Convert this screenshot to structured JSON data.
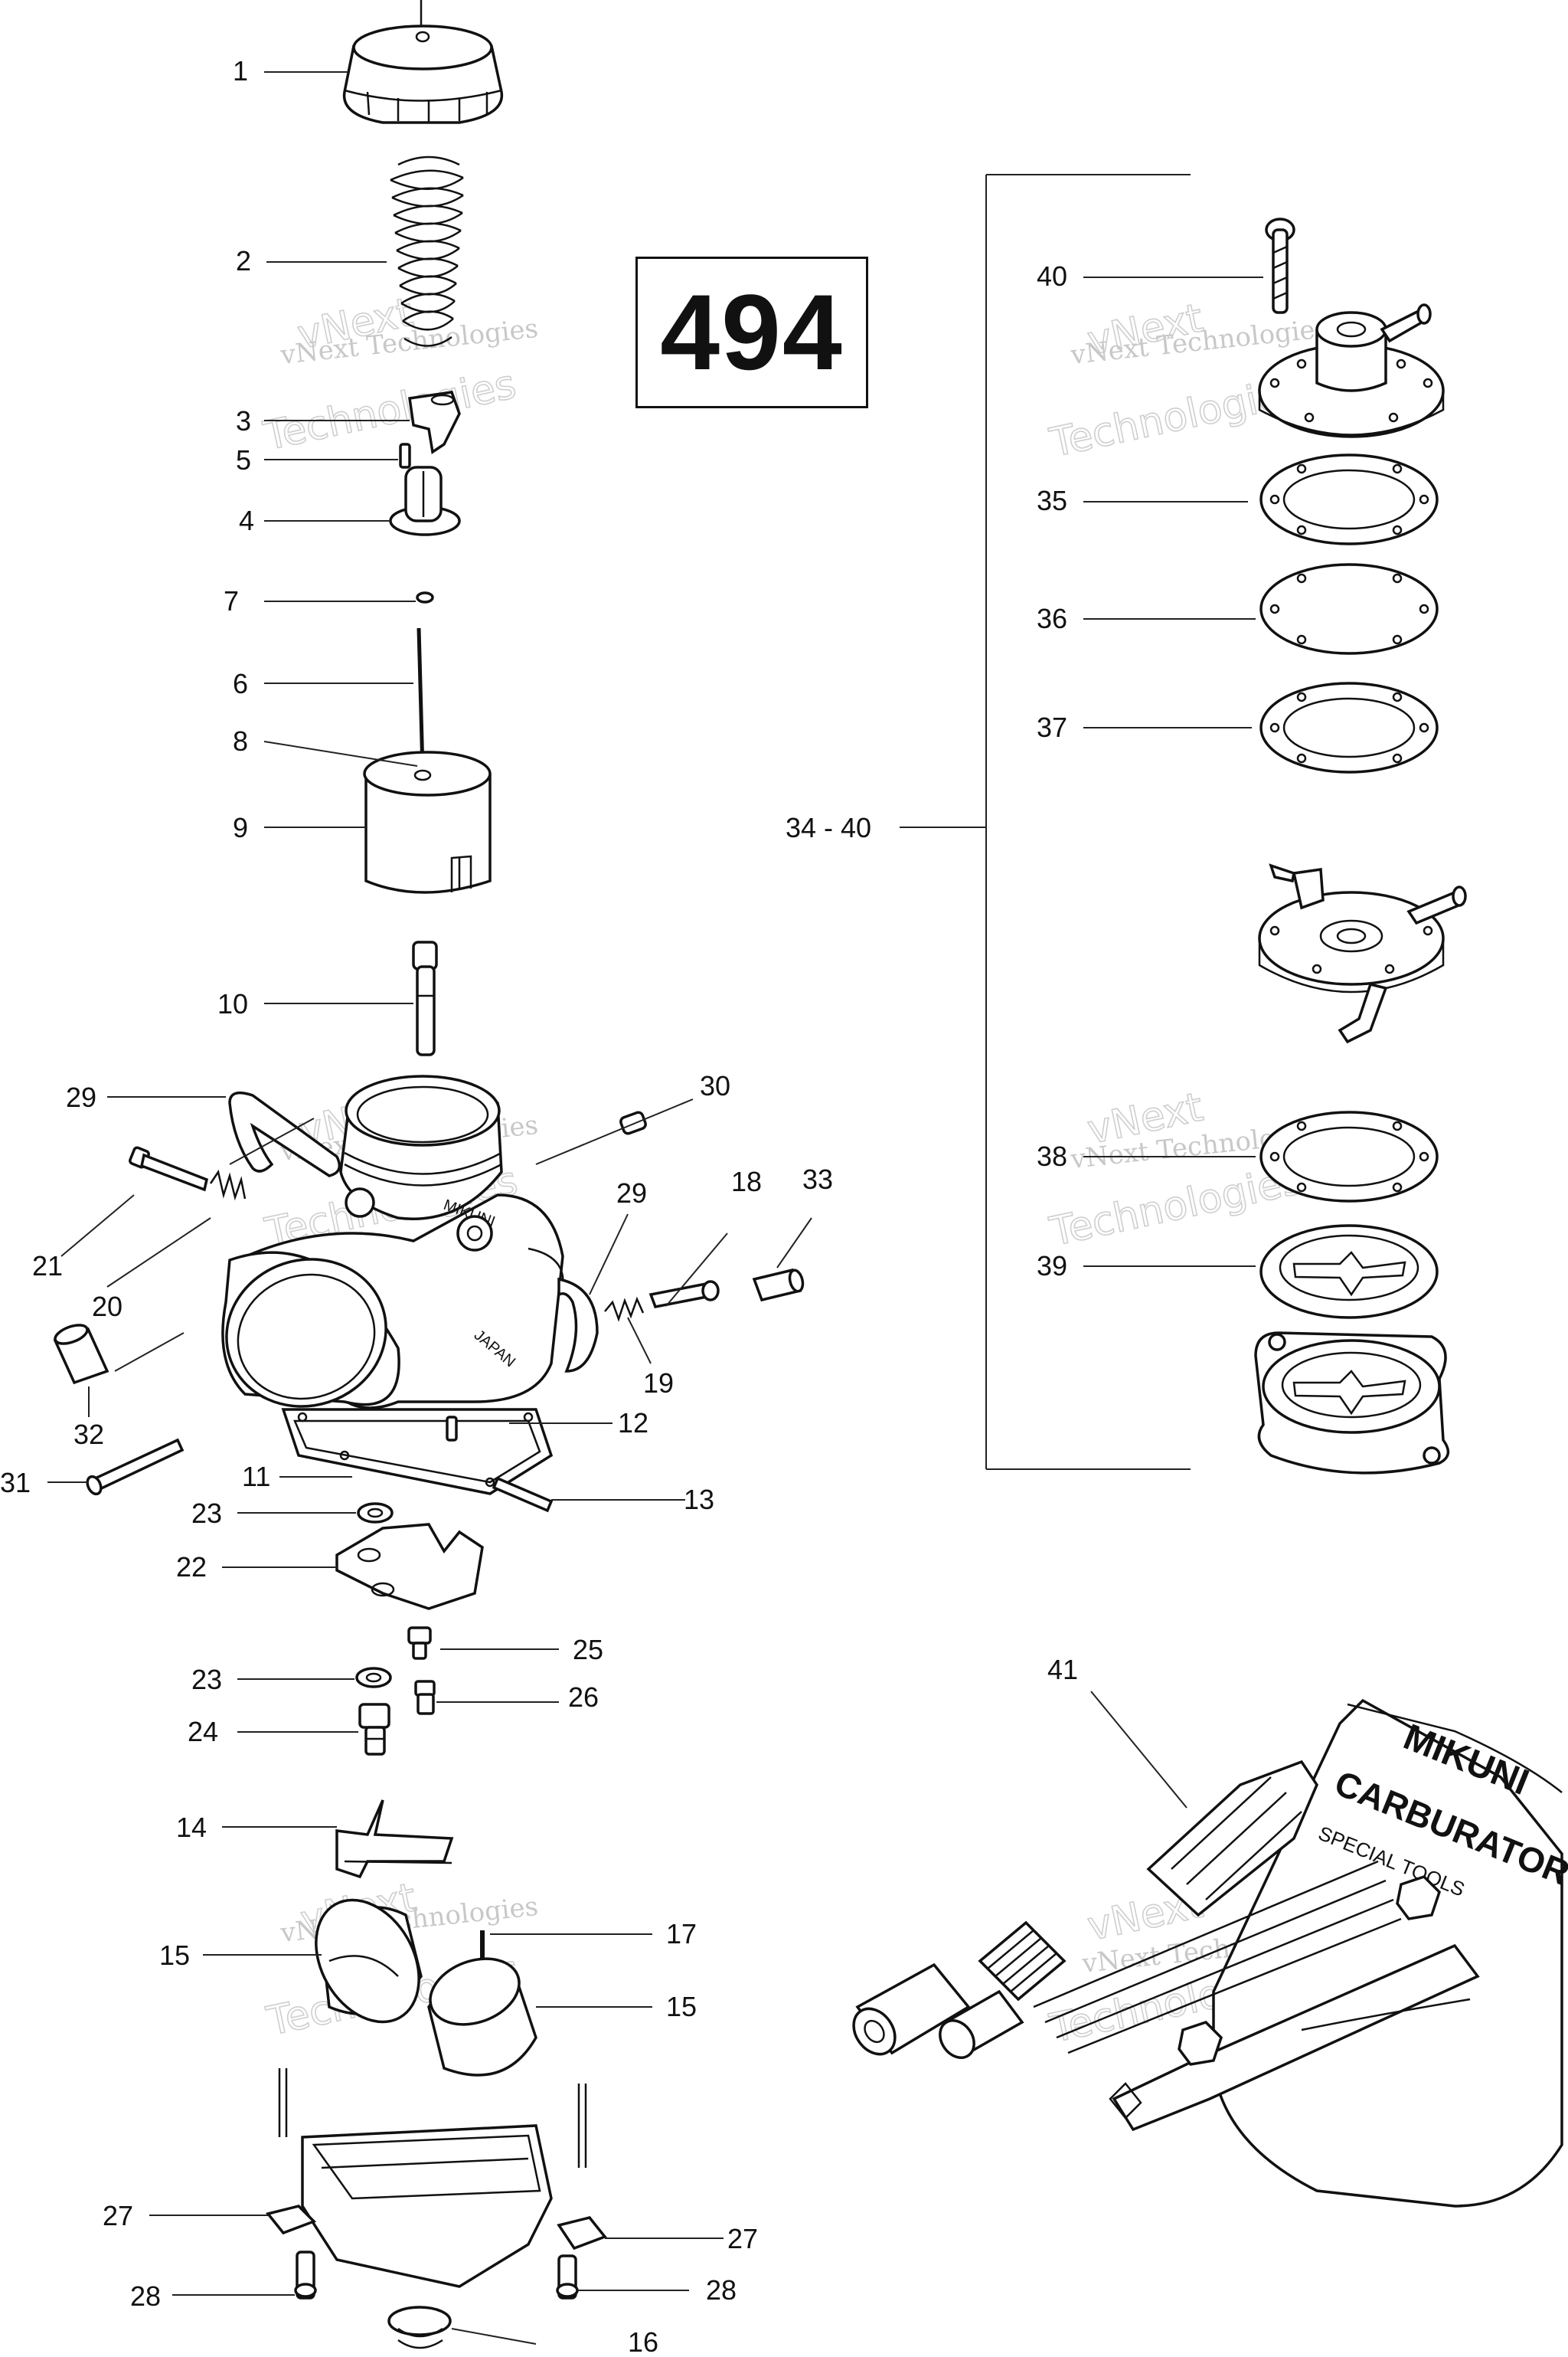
{
  "page_number": "494",
  "watermark": {
    "line1": "vNext",
    "line2": "Technologies",
    "caption": "vNext Technologies"
  },
  "tool_kit_text": {
    "brand": "MIKUNI",
    "title": "CARBURATOR",
    "subtitle": "SPECIAL TOOLS"
  },
  "carb_stamp": {
    "brand": "MIKUNI",
    "origin": "JAPAN"
  },
  "callouts": {
    "c1": "1",
    "c2": "2",
    "c3": "3",
    "c4": "4",
    "c5": "5",
    "c6": "6",
    "c7": "7",
    "c8": "8",
    "c9": "9",
    "c10": "10",
    "c11": "11",
    "c12": "12",
    "c13": "13",
    "c14": "14",
    "c15a": "15",
    "c15b": "15",
    "c16": "16",
    "c17": "17",
    "c18": "18",
    "c19": "19",
    "c20": "20",
    "c21": "21",
    "c22": "22",
    "c23a": "23",
    "c23b": "23",
    "c24": "24",
    "c25": "25",
    "c26": "26",
    "c27a": "27",
    "c27b": "27",
    "c28a": "28",
    "c28b": "28",
    "c29a": "29",
    "c29b": "29",
    "c30": "30",
    "c31": "31",
    "c32": "32",
    "c33": "33",
    "c34_40": "34 - 40",
    "c35": "35",
    "c36": "36",
    "c37": "37",
    "c38": "38",
    "c39": "39",
    "c40": "40",
    "c41": "41"
  }
}
